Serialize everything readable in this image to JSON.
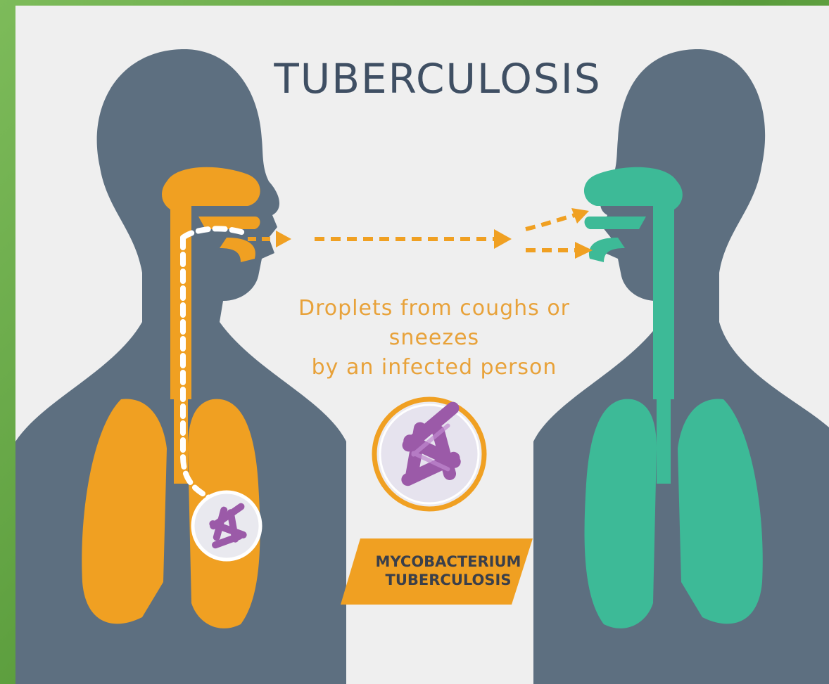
{
  "title": "TUBERCULOSIS",
  "caption": {
    "line1": "Droplets from coughs or sneezes",
    "line2": "by an infected person"
  },
  "bacterium_label": {
    "line1": "MYCOBACTERIUM",
    "line2": "TUBERCULOSIS"
  },
  "colors": {
    "frame": "#6aa84f",
    "background": "#efefef",
    "silhouette": "#5d6f80",
    "infected": "#f0a022",
    "healthy": "#3dba97",
    "bacteria": "#9b5aa8",
    "title": "#3f4f63"
  }
}
